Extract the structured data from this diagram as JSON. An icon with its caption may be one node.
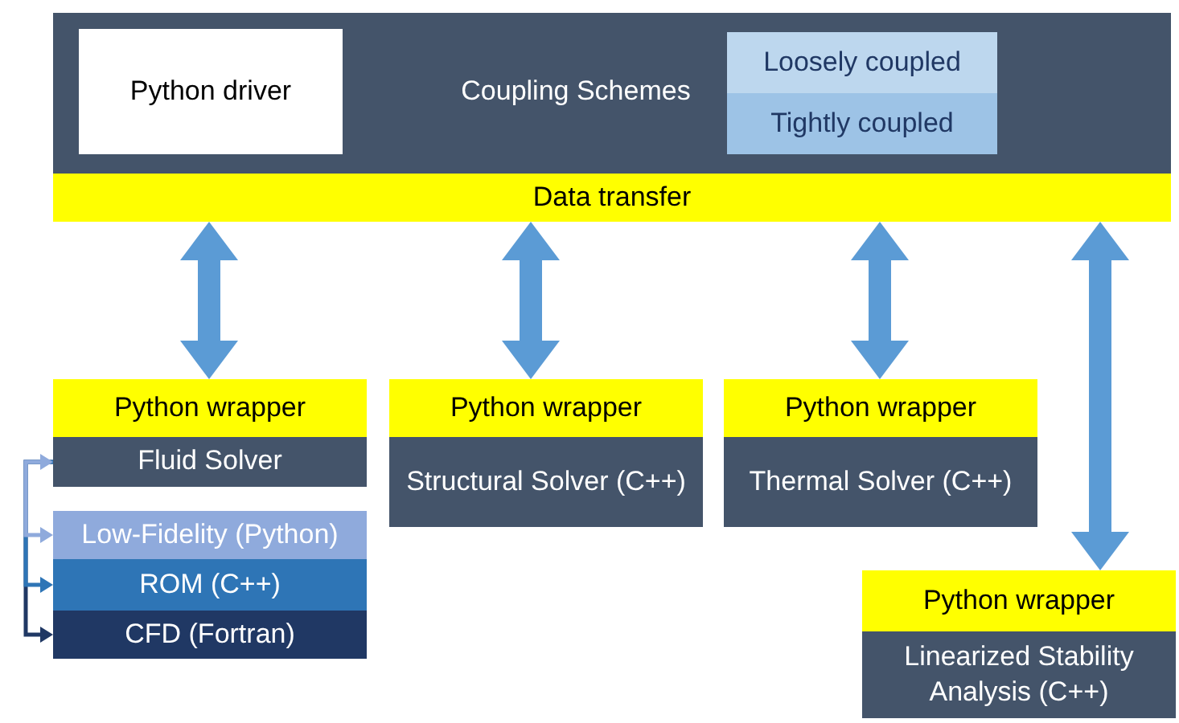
{
  "diagram": {
    "nodes": [
      {
        "text": [
          "Coupling Schemes"
        ]
      },
      {
        "text": [
          "Python driver"
        ],
        "in": 0
      },
      {
        "text": [
          "Loosely coupled"
        ],
        "in": 0
      },
      {
        "text": [
          "Tightly coupled"
        ],
        "in": 0
      },
      {
        "text": [
          "Data transfer"
        ]
      },
      {
        "text": [
          "Python wrapper"
        ]
      },
      {
        "text": [
          "Fluid Solver"
        ]
      },
      {
        "text": [
          "Python wrapper"
        ]
      },
      {
        "text": [
          "Structural Solver (C++)"
        ]
      },
      {
        "text": [
          "Python wrapper"
        ]
      },
      {
        "text": [
          "Thermal Solver (C++)"
        ]
      },
      {
        "text": [
          "Python wrapper"
        ]
      },
      {
        "text": [
          "Linearized Stability Analysis (C++)"
        ]
      },
      {
        "text": [
          "Low-Fidelity (Python)"
        ]
      },
      {
        "text": [
          "ROM (C++)"
        ]
      },
      {
        "text": [
          "CFD (Fortran)"
        ]
      }
    ],
    "edges": [
      {
        "from": 4,
        "to": 5,
        "arrow": "both"
      },
      {
        "from": 4,
        "to": 7,
        "arrow": "both"
      },
      {
        "from": 4,
        "to": 9,
        "arrow": "both"
      },
      {
        "from": 4,
        "to": 11,
        "arrow": "both"
      },
      {
        "from": 6,
        "to": 15,
        "arrow": "to",
        "color": "#203864"
      },
      {
        "from": 6,
        "to": 14,
        "arrow": "to",
        "color": "#2e75b6"
      },
      {
        "from": 13,
        "to": 6,
        "arrow": "both",
        "color": "#8faadc"
      }
    ]
  }
}
